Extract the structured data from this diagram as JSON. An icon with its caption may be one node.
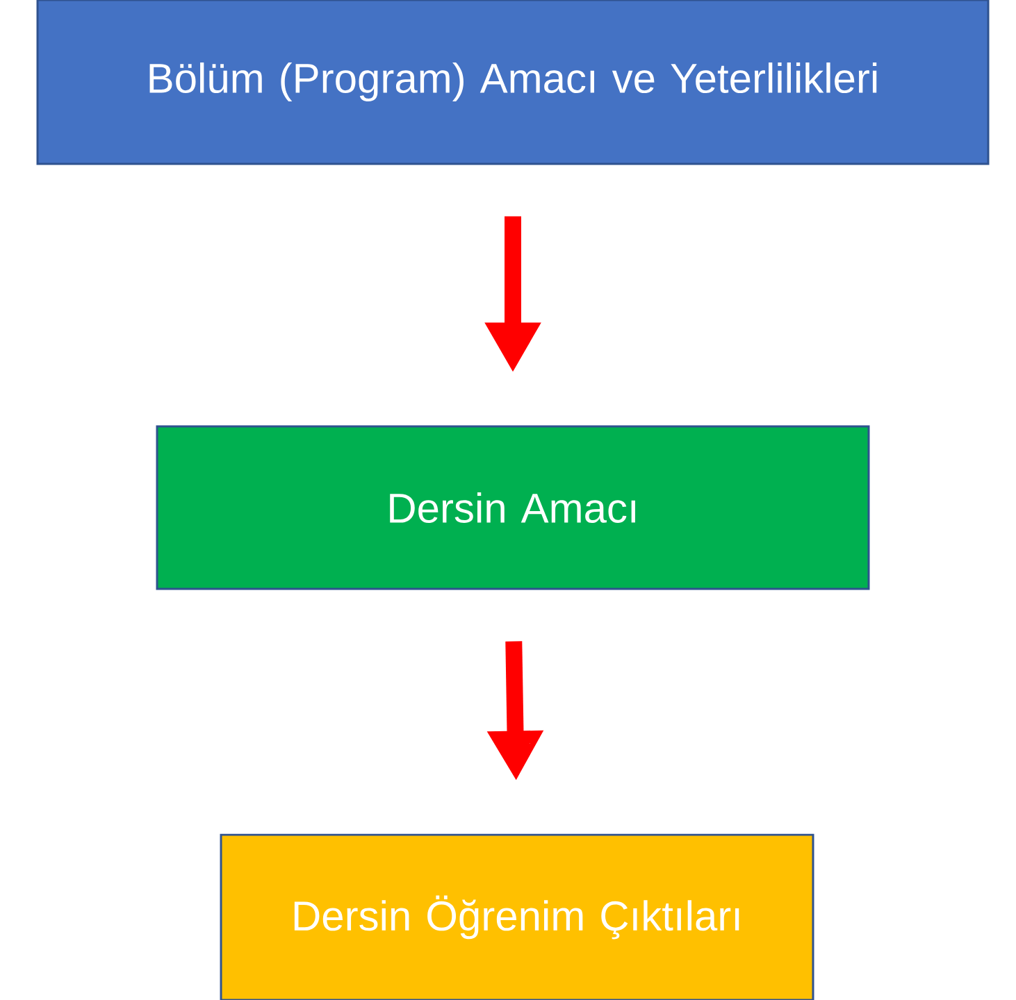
{
  "diagram": {
    "nodes": [
      {
        "text": [
          "Bölüm (Program) Amacı ve Yeterlilikleri"
        ]
      },
      {
        "text": [
          "Dersin Amacı"
        ]
      },
      {
        "text": [
          "Dersin Öğrenim Çıktıları"
        ]
      }
    ],
    "edges": [
      {
        "from": 0,
        "to": 1,
        "arrow": "to"
      },
      {
        "from": 1,
        "to": 2,
        "arrow": "to"
      }
    ]
  }
}
